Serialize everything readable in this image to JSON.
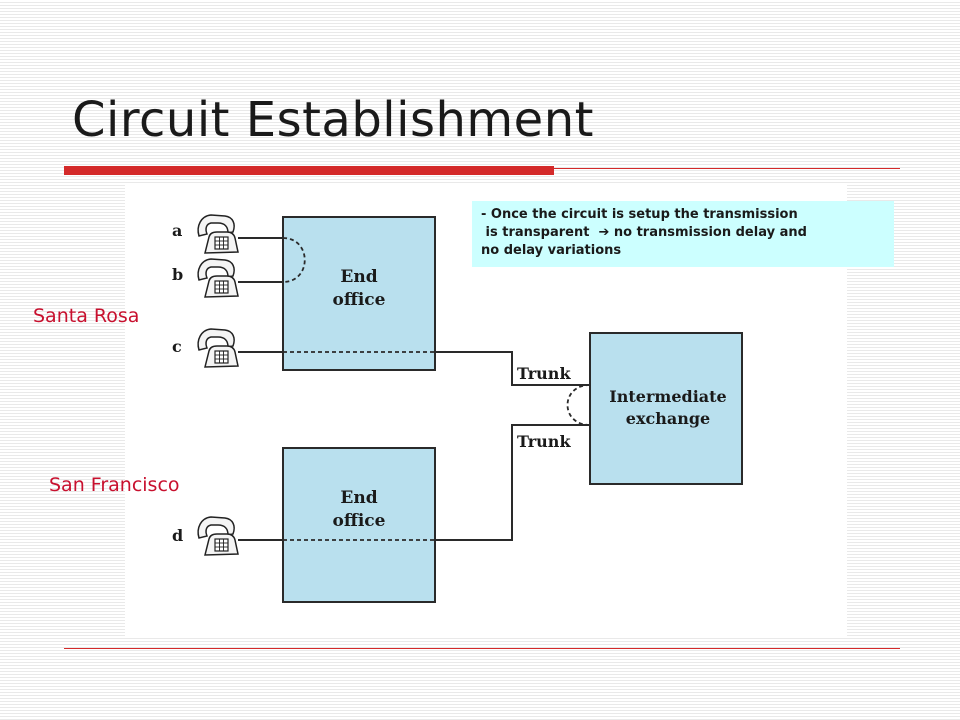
{
  "slide": {
    "title": "Circuit Establishment"
  },
  "diagram": {
    "end_office_top_line1": "End",
    "end_office_top_line2": "office",
    "end_office_bottom_line1": "End",
    "end_office_bottom_line2": "office",
    "intermediate_line1": "Intermediate",
    "intermediate_line2": "exchange",
    "trunk_upper": "Trunk",
    "trunk_lower": "Trunk",
    "phones": [
      "a",
      "b",
      "c",
      "d"
    ],
    "colors": {
      "office_fill": "#b9e0ee",
      "line": "#2a2a2a"
    }
  },
  "labels": {
    "santa_rosa": "Santa Rosa",
    "san_francisco": "San Francisco"
  },
  "note": {
    "line1": "- Once the circuit is setup the transmission",
    "line2": " is transparent  ➔ no transmission delay and",
    "line3": "no delay variations"
  }
}
